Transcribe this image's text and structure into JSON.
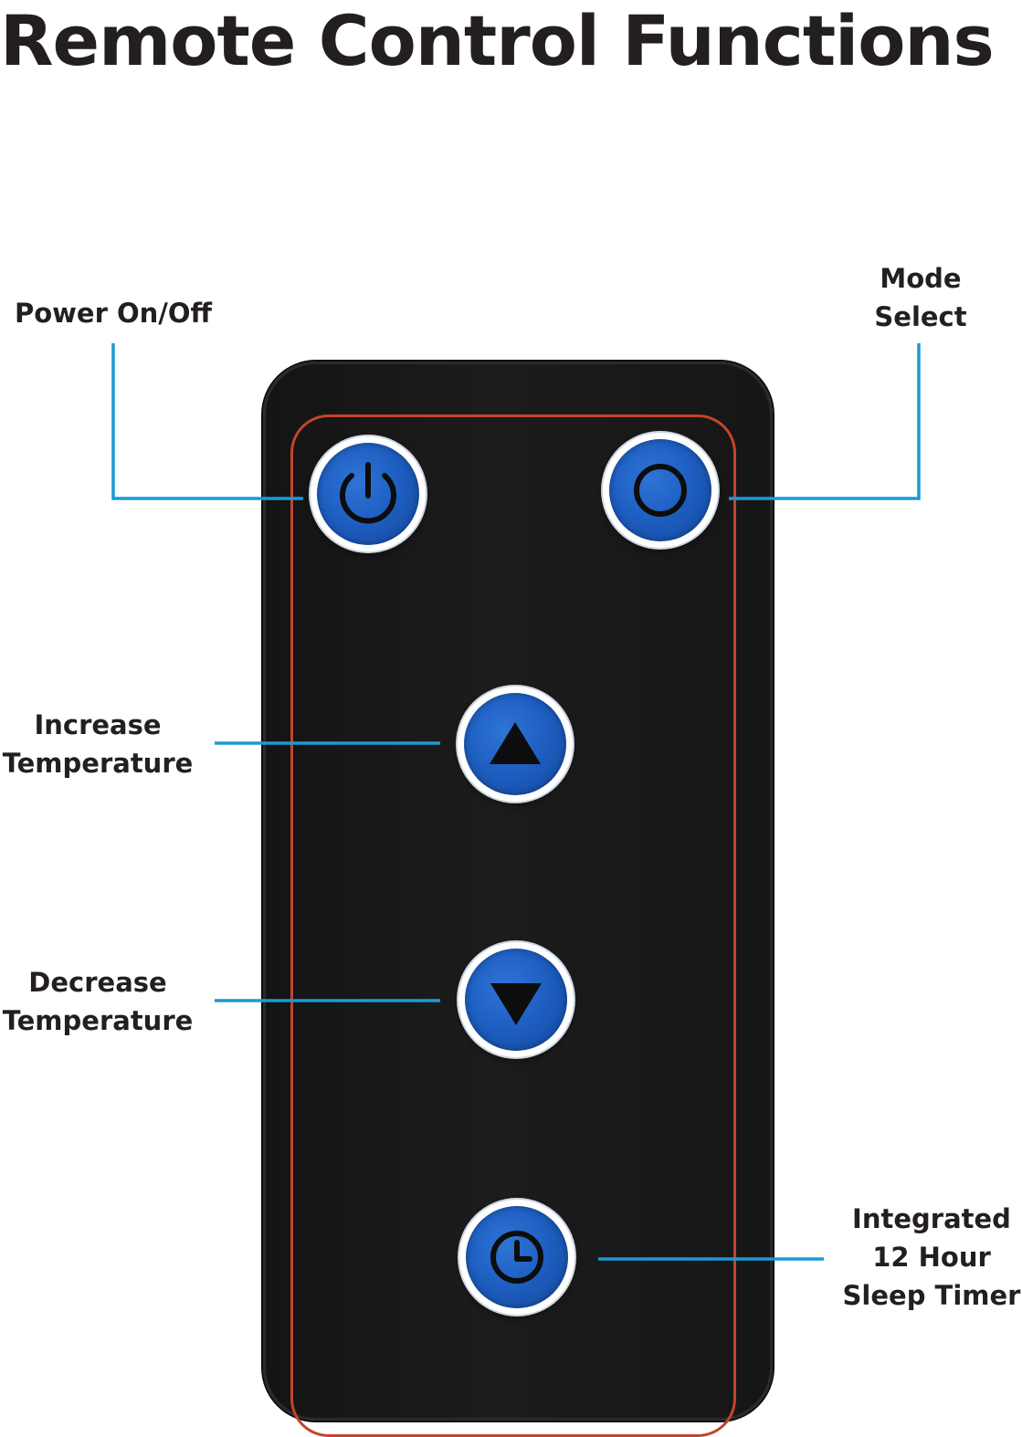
{
  "title": "Remote Control Functions",
  "labels": {
    "power": [
      "Power On/Off"
    ],
    "mode": [
      "Mode",
      "Select"
    ],
    "increase": [
      "Increase",
      "Temperature"
    ],
    "decrease": [
      "Decrease",
      "Temperature"
    ],
    "timer": [
      "Integrated",
      "12 Hour",
      "Sleep Timer"
    ]
  },
  "colors": {
    "leader_line": "#1a9ad6",
    "button_blue": "#1e5fc2",
    "remote_body": "#161616",
    "remote_trim": "#c4442c"
  },
  "icons": {
    "power": "power-icon",
    "mode": "circle-icon",
    "increase": "triangle-up-icon",
    "decrease": "triangle-down-icon",
    "timer": "clock-icon"
  }
}
